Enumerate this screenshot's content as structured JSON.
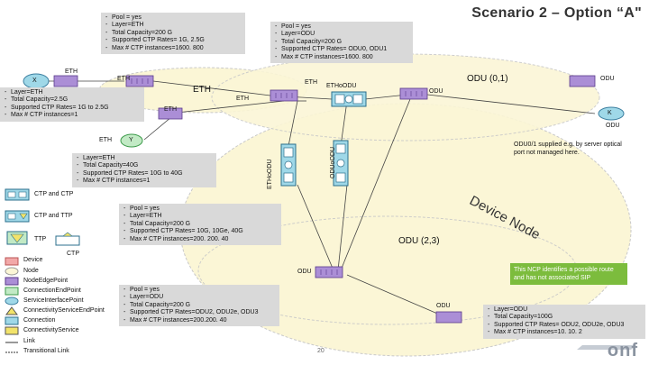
{
  "title": "Scenario 2 – Option “A\"",
  "boxes": {
    "top_left": [
      "Pool = yes",
      "Layer=ETH",
      "Total Capacity=200 G",
      "Supported CTP Rates= 1G, 2.5G",
      "Max # CTP instances=1600. 800"
    ],
    "top_right": [
      "Pool = yes",
      "Layer=ODU",
      "Total Capacity=200 G",
      "Supported CTP Rates= ODU0, ODU1",
      "Max # CTP instances=1600. 800"
    ],
    "left": [
      "Layer=ETH",
      "Total Capacity=2.5G",
      "Supported CTP Rates= 1G to 2.5G",
      "Max # CTP instances=1"
    ],
    "middle_left": [
      "Layer=ETH",
      "Total Capacity=40G",
      "Supported CTP Rates= 10G to 40G",
      "Max # CTP instances=1"
    ],
    "center": [
      "Pool = yes",
      "Layer=ETH",
      "Total Capacity=200 G",
      "Supported CTP Rates= 10G, 10Ge, 40G",
      "Max # CTP instances=200. 200. 40"
    ],
    "bottom_center": [
      "Pool = yes",
      "Layer=ODU",
      "Total Capacity=200 G",
      "Supported CTP Rates=ODU2, ODU2e, ODU3",
      "Max # CTP instances=200.200. 40"
    ],
    "bottom_right": [
      "Layer=ODU",
      "Total Capacity=100G",
      "Supported CTP Rates= ODU2, ODU2e, ODU3",
      "Max # CTP instances=10. 10. 2"
    ]
  },
  "labels": {
    "x": "X",
    "eth_x": "ETH",
    "eth_top": "ETH",
    "eth_center": "ETH",
    "eth_top2": "ETH",
    "eth_right": "ETH",
    "eth_left_node": "ETH",
    "eth_y": "ETH",
    "y": "Y",
    "eth_odu_h": "ETHoODU",
    "odu_h": "ODU",
    "odu01": "ODU (0,1)",
    "odu_far": "ODU",
    "k": "K",
    "odu_k": "ODU",
    "odu1_note": "ODU0/1 supplied e.g. by server optical port not managed here.",
    "eth_odu_v1": "ETHoODU",
    "odu_odu_v2": "ODUoODU",
    "device_node": "Device Node",
    "odu23": "ODU (2,3)",
    "odu_bottom_left": "ODU",
    "odu_bottom_right": "ODU",
    "page_num": "20"
  },
  "note_green": "This NCP identifies a possible route and has not associated SIP",
  "legend": {
    "ctp_and_ctp": "CTP and CTP",
    "ctp_and_ttp": "CTP and TTP",
    "ttp": "TTP",
    "ctp": "CTP",
    "items": [
      "Device",
      "Node",
      "NodeEdgePoint",
      "ConnectionEndPoint",
      "ServiceInterfacePoint",
      "ConnectivityServiceEndPoint",
      "Connection",
      "ConnectivityService",
      "Link",
      "Transitional Link"
    ]
  },
  "logo": "onf",
  "colors": {
    "node_fill": "#fbf6d6",
    "nep_fill": "#ab8ed6",
    "nep_stroke": "#5a3a8a",
    "cep_fill": "#9fd8e8",
    "box_fill": "#d9d9d9",
    "green": "#7cbc3d",
    "ttp_fill": "#f2e36a"
  }
}
